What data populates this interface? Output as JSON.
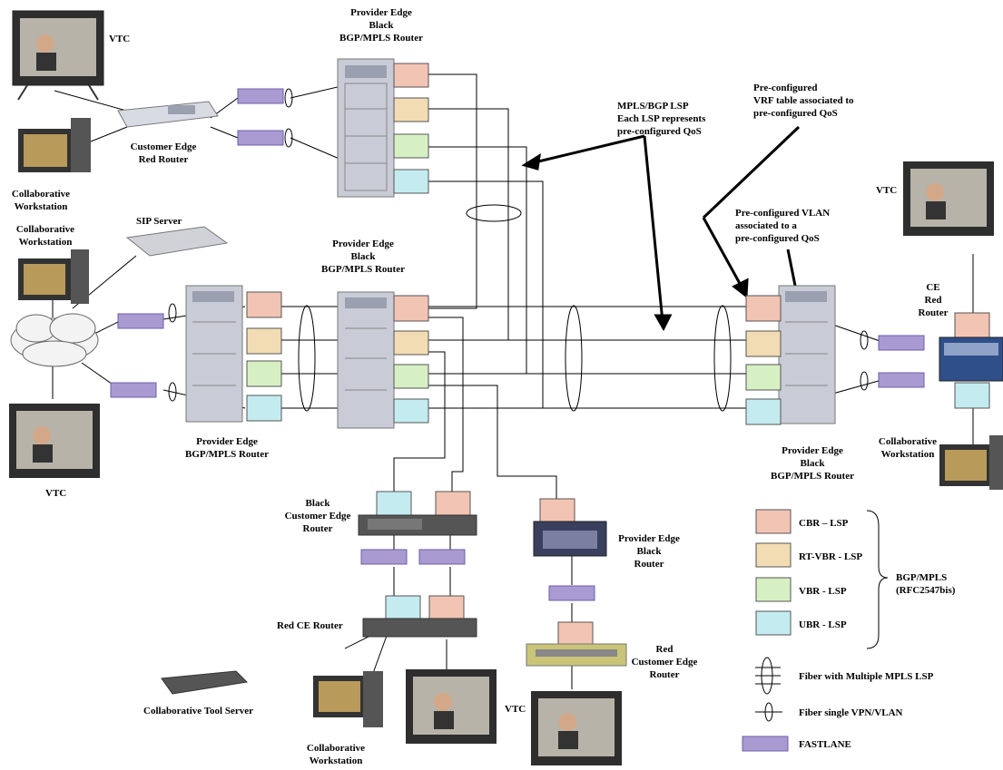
{
  "colors": {
    "cbr": "#f2c4b4",
    "rtvbr": "#f1dcb3",
    "vbr": "#d6f0c4",
    "ubr": "#c4ecf0",
    "fastlane": "#a99ad1",
    "router_body": "#c9ccd6",
    "monitor": "#333333"
  },
  "labels": {
    "pe_black_top": [
      "Provider Edge",
      "Black",
      "BGP/MPLS Router"
    ],
    "vtc_top_left": "VTC",
    "ce_red_router_top": [
      "Customer Edge",
      "Red Router"
    ],
    "collab_ws_1": [
      "Collaborative",
      "Workstation"
    ],
    "sip_server": "SIP Server",
    "collab_ws_2": [
      "Collaborative",
      "Workstation"
    ],
    "pe_black_mid": [
      "Provider Edge",
      "Black",
      "BGP/MPLS Router"
    ],
    "pe_left": [
      "Provider Edge",
      "BGP/MPLS Router"
    ],
    "vtc_left": "VTC",
    "mpls_note": [
      "MPLS/BGP LSP",
      "Each LSP represents",
      "pre-configured QoS"
    ],
    "vrf_note": [
      "Pre-configured",
      "VRF table associated to",
      "pre-configured QoS"
    ],
    "vlan_note": [
      "Pre-configured VLAN",
      "associated to a",
      "pre-configured QoS"
    ],
    "vtc_right": "VTC",
    "ce_red_right": [
      "CE",
      "Red",
      "Router"
    ],
    "collab_ws_right": [
      "Collaborative",
      "Workstation"
    ],
    "pe_black_right": [
      "Provider Edge",
      "Black",
      "BGP/MPLS Router"
    ],
    "black_ce_router": [
      "Black",
      "Customer Edge",
      "Router"
    ],
    "red_ce_router": "Red CE Router",
    "pe_black_router_bottom": [
      "Provider Edge",
      "Black",
      "Router"
    ],
    "red_customer_edge_router": [
      "Red",
      "Customer Edge",
      "Router"
    ],
    "collab_tool_server": "Collaborative Tool Server",
    "collab_ws_bottom": [
      "Collaborative",
      "Workstation"
    ],
    "vtc_bottom": "VTC"
  },
  "legend": {
    "cbr": "CBR – LSP",
    "rtvbr": "RT-VBR - LSP",
    "vbr": "VBR - LSP",
    "ubr": "UBR - LSP",
    "group": [
      "BGP/MPLS",
      "(RFC2547bis)"
    ],
    "fiber_multi": "Fiber with Multiple MPLS LSP",
    "fiber_single": "Fiber single VPN/VLAN",
    "fastlane": "FASTLANE"
  }
}
